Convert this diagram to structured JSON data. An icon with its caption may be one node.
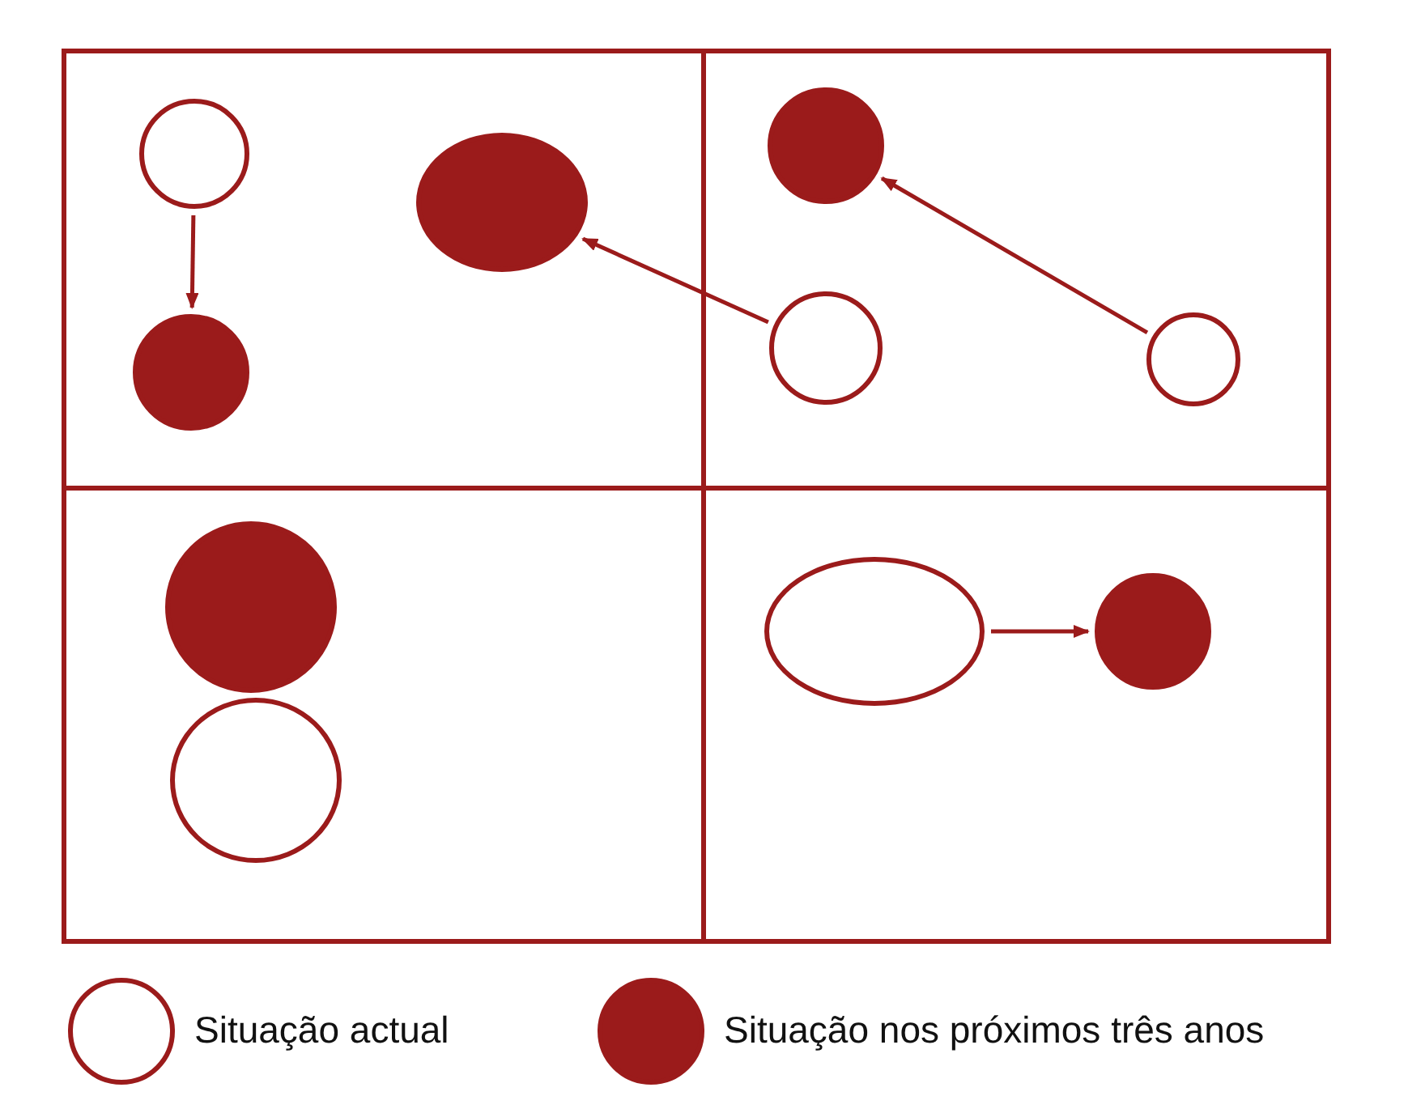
{
  "diagram": {
    "nodes": [
      {
        "text": [],
        "shape": "box"
      },
      {
        "text": [],
        "shape": "box"
      },
      {
        "text": [],
        "shape": "box"
      },
      {
        "text": [],
        "shape": "box"
      },
      {
        "text": [],
        "shape": "circle",
        "in": 0
      },
      {
        "text": [],
        "shape": "circle",
        "in": 0
      },
      {
        "text": [],
        "shape": "circle",
        "in": 0
      },
      {
        "text": [],
        "shape": "circle",
        "in": 1
      },
      {
        "text": [],
        "shape": "circle",
        "in": 1
      },
      {
        "text": [],
        "shape": "circle",
        "in": 1
      },
      {
        "text": [],
        "shape": "circle",
        "in": 2
      },
      {
        "text": [],
        "shape": "circle",
        "in": 2
      },
      {
        "text": [],
        "shape": "circle",
        "in": 3
      },
      {
        "text": [],
        "shape": "circle",
        "in": 3
      }
    ],
    "edges": [
      {
        "from": 4,
        "to": 6,
        "arrow": "to"
      },
      {
        "from": 8,
        "to": 5,
        "arrow": "to"
      },
      {
        "from": 9,
        "to": 7,
        "arrow": "to"
      },
      {
        "from": 12,
        "to": 13,
        "arrow": "to"
      }
    ],
    "legend": [
      {
        "text": "Situação actual"
      },
      {
        "text": "Situação nos próximos três anos"
      }
    ]
  }
}
